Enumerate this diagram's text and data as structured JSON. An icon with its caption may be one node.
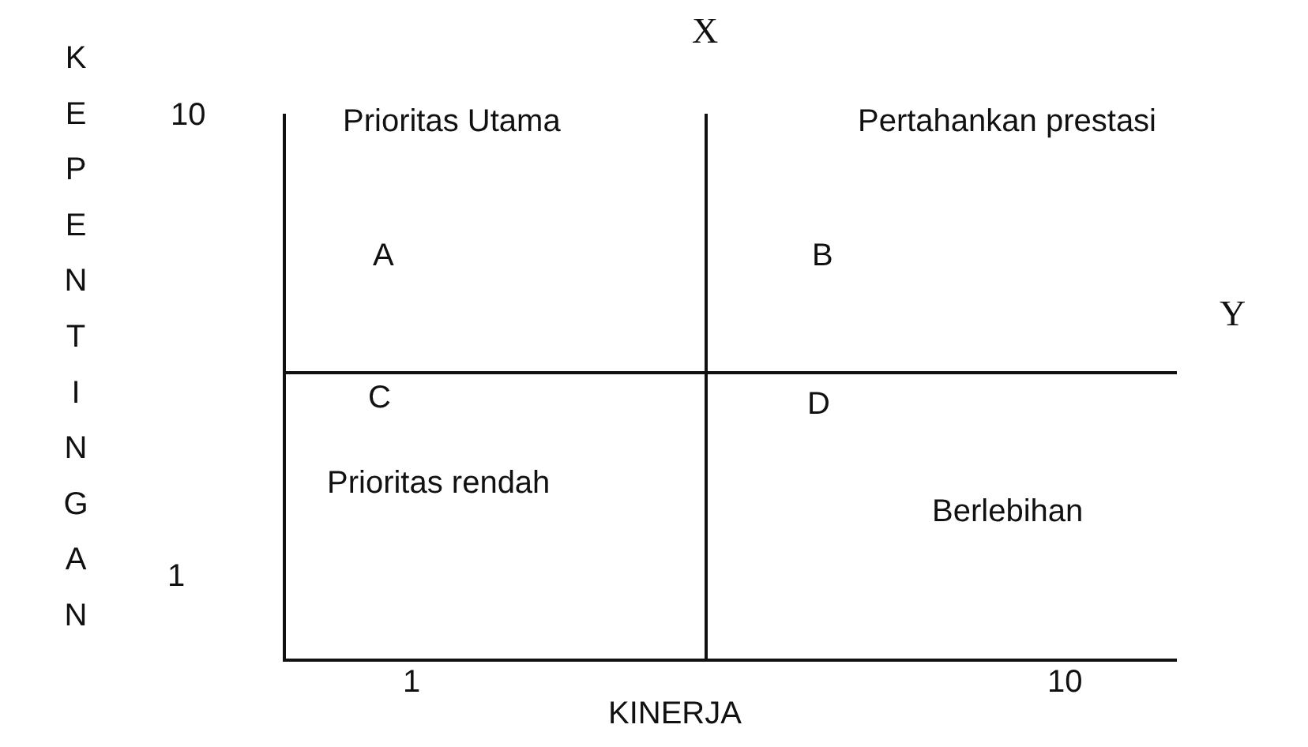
{
  "diagram": {
    "labels": [
      "KEPENTINGAN",
      "X",
      "10",
      "Prioritas Utama",
      "Pertahankan prestasi",
      "A",
      "B",
      "Y",
      "C",
      "D",
      "Prioritas rendah",
      "Berlebihan",
      "1",
      "1",
      "10",
      "KINERJA"
    ]
  }
}
